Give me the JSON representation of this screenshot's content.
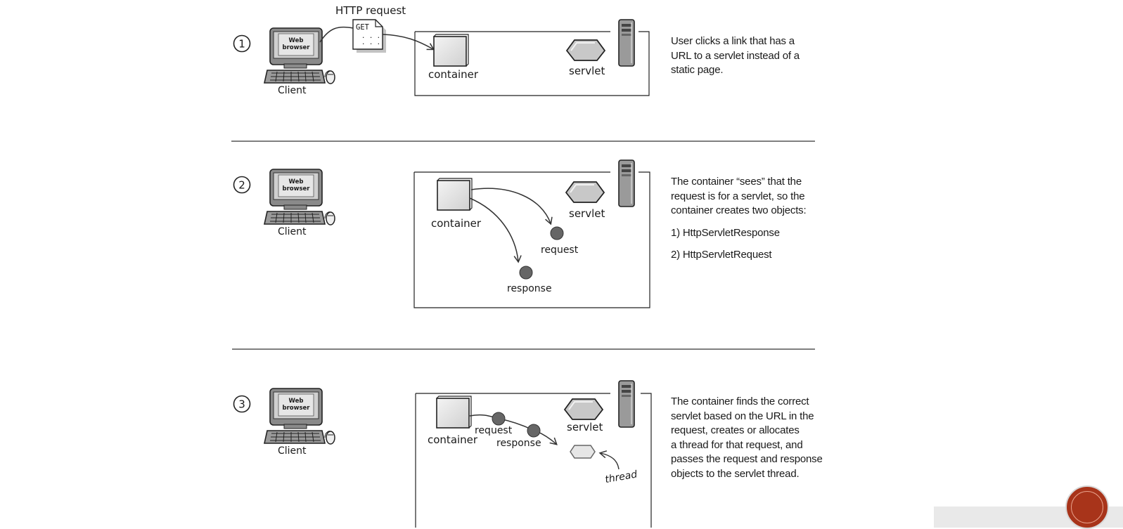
{
  "labels": {
    "http_request": "HTTP request",
    "get": "GET",
    "web_browser_line1": "Web",
    "web_browser_line2": "browser",
    "client": "Client",
    "container": "container",
    "servlet": "servlet",
    "request": "request",
    "response": "response",
    "thread": "thread"
  },
  "steps": [
    {
      "number": "1",
      "text": [
        "User clicks a link that has a",
        "URL to a servlet instead of a",
        "static page."
      ]
    },
    {
      "number": "2",
      "text": [
        "The container “sees” that the",
        "request is for a servlet, so the",
        "container creates two objects:"
      ],
      "items": [
        "1) HttpServletResponse",
        "2) HttpServletRequest"
      ]
    },
    {
      "number": "3",
      "text": [
        "The container finds the correct",
        "servlet based on the URL in the",
        "request, creates or allocates",
        "a thread for that request, and",
        "passes the request and response",
        "objects to the servlet thread."
      ]
    }
  ],
  "colors": {
    "badge": "#a8341a",
    "ink": "#1a1a1a"
  }
}
